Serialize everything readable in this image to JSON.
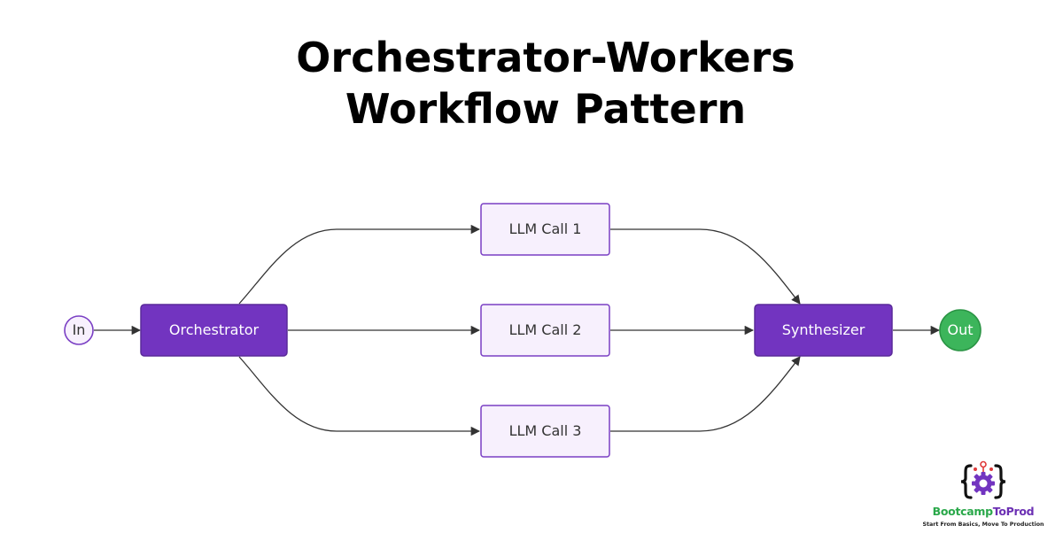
{
  "title": {
    "line1": "Orchestrator-Workers",
    "line2": "Workflow Pattern"
  },
  "nodes": {
    "input": "In",
    "orchestrator": "Orchestrator",
    "llm_call_1": "LLM Call 1",
    "llm_call_2": "LLM Call 2",
    "llm_call_3": "LLM Call 3",
    "synthesizer": "Synthesizer",
    "output": "Out"
  },
  "edges": [
    {
      "from": "In",
      "to": "Orchestrator"
    },
    {
      "from": "Orchestrator",
      "to": "LLM Call 1"
    },
    {
      "from": "Orchestrator",
      "to": "LLM Call 2"
    },
    {
      "from": "Orchestrator",
      "to": "LLM Call 3"
    },
    {
      "from": "LLM Call 1",
      "to": "Synthesizer"
    },
    {
      "from": "LLM Call 2",
      "to": "Synthesizer"
    },
    {
      "from": "LLM Call 3",
      "to": "Synthesizer"
    },
    {
      "from": "Synthesizer",
      "to": "Out"
    }
  ],
  "colors": {
    "primary_node_fill": "#7234c0",
    "primary_node_border": "#5a2a9a",
    "worker_node_fill": "#f7f0fd",
    "worker_node_border": "#7a3fc4",
    "output_node_fill": "#3cb55b",
    "output_node_border": "#2a9444",
    "edge": "#333333"
  },
  "logo": {
    "name_part1": "Bootcamp",
    "name_part2": "To",
    "name_part3": "Prod",
    "tagline": "Start From Basics, Move To Production",
    "icon": "gear-braces-icon"
  }
}
